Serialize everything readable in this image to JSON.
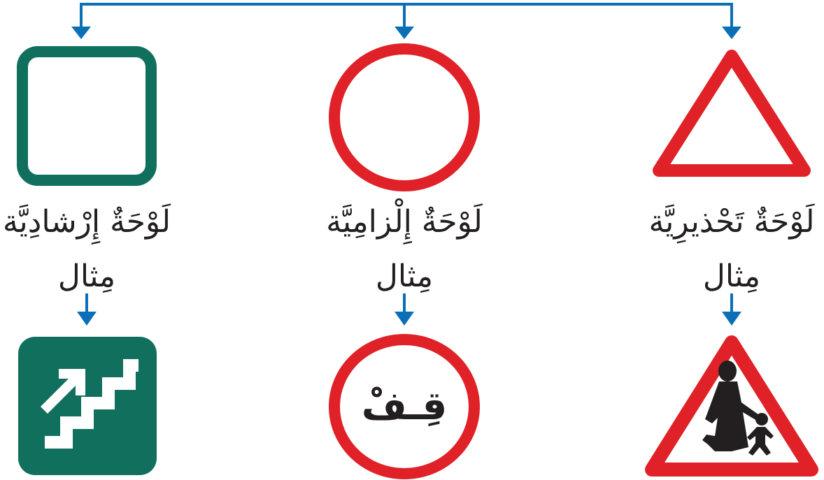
{
  "colors": {
    "arrow": "#0b6fb8",
    "green": "#11705d",
    "red": "#e02128",
    "text": "#231f20",
    "white": "#ffffff"
  },
  "columns": [
    {
      "title": "لَوْحَةٌ إِرْشادِيَّة",
      "example_label": "مِثال",
      "outline_shape": "square",
      "example_icon": "stairs-up-icon"
    },
    {
      "title": "لَوْحَةٌ إِلْزامِيَّة",
      "example_label": "مِثال",
      "outline_shape": "circle",
      "example_sign_text": "قِـفْ"
    },
    {
      "title": "لَوْحَةٌ تَحْذيرِيَّة",
      "example_label": "مِثال",
      "outline_shape": "triangle",
      "example_icon": "children-crossing-icon"
    }
  ]
}
